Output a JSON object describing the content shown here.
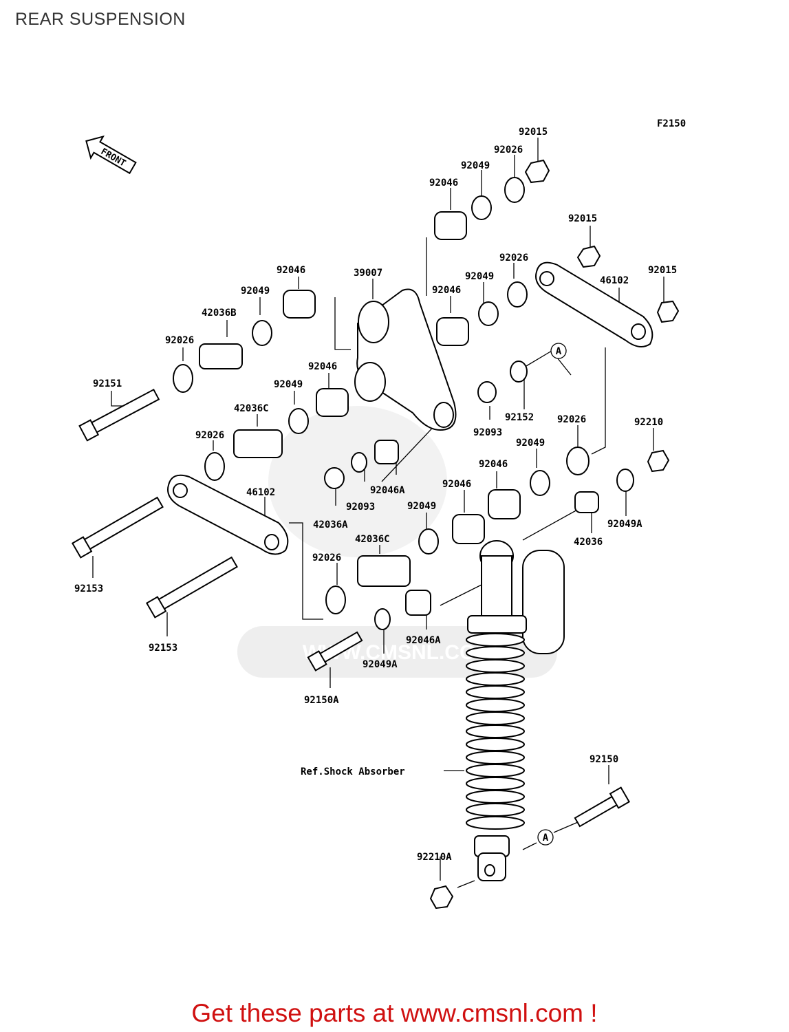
{
  "page": {
    "title": "REAR SUSPENSION",
    "figure_code": "F2150",
    "footer": "Get these parts at www.cmsnl.com !",
    "watermark": "WWW.CMSNL.COM"
  },
  "diagram": {
    "front_indicator": "FRONT",
    "reference_label": "Ref.Shock Absorber",
    "callout_marker": "A",
    "part_numbers": [
      "92015",
      "92026",
      "92049",
      "92046",
      "92015",
      "92026",
      "92015",
      "46102",
      "39007",
      "92049",
      "92046",
      "92046",
      "92049",
      "42036B",
      "92026",
      "92151",
      "92046",
      "92049",
      "42036C",
      "92026",
      "92152",
      "92093",
      "92026",
      "92210",
      "92049",
      "92046",
      "46102",
      "92093",
      "92046A",
      "42036A",
      "92046",
      "92049",
      "42036",
      "92049A",
      "42036C",
      "92026",
      "92153",
      "92153",
      "92046A",
      "92049A",
      "92150A",
      "92150",
      "92210A"
    ]
  },
  "colors": {
    "footer_text": "#d01010",
    "watermark": "#d9d9d9",
    "line": "#000000"
  }
}
